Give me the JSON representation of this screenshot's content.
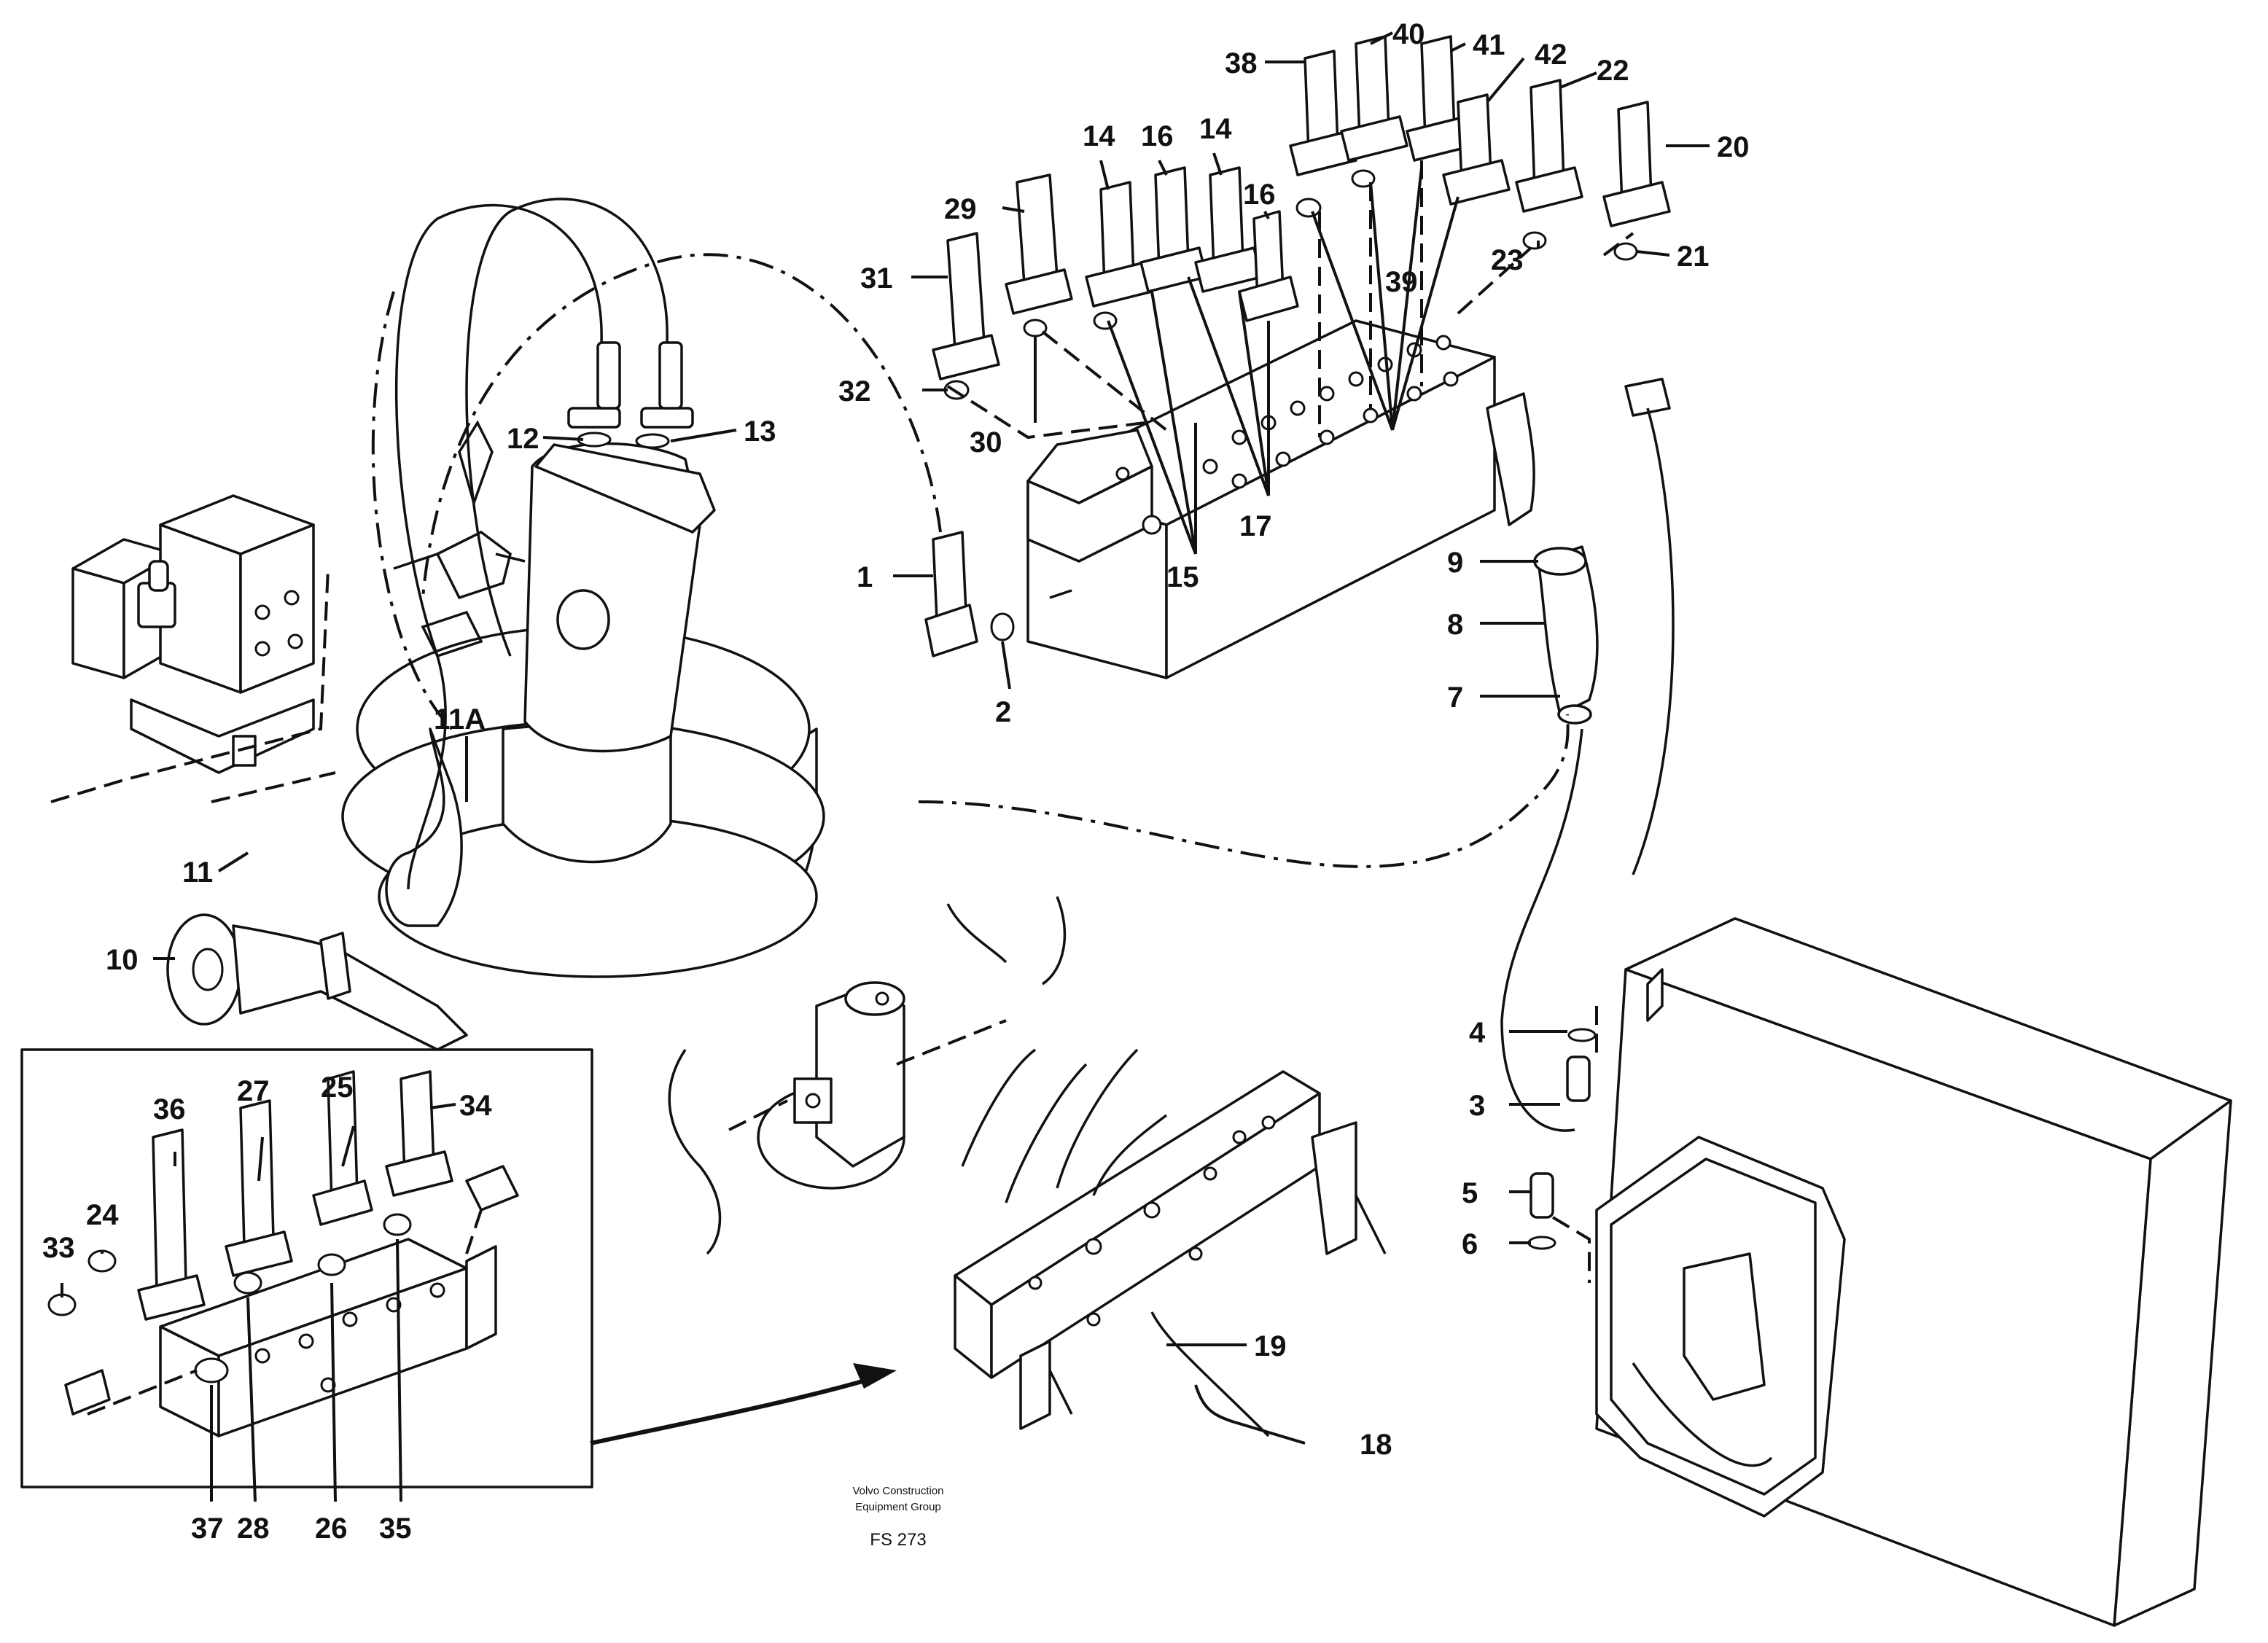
{
  "caption": {
    "line1": "Volvo Construction",
    "line2": "Equipment Group",
    "ref": "FS 273"
  },
  "callouts": [
    {
      "key": "c1",
      "text": "1"
    },
    {
      "key": "c2",
      "text": "2"
    },
    {
      "key": "c3",
      "text": "3"
    },
    {
      "key": "c4",
      "text": "4"
    },
    {
      "key": "c5",
      "text": "5"
    },
    {
      "key": "c6",
      "text": "6"
    },
    {
      "key": "c7",
      "text": "7"
    },
    {
      "key": "c8",
      "text": "8"
    },
    {
      "key": "c9",
      "text": "9"
    },
    {
      "key": "c10",
      "text": "10"
    },
    {
      "key": "c11",
      "text": "11"
    },
    {
      "key": "c11a",
      "text": "11A"
    },
    {
      "key": "c12",
      "text": "12"
    },
    {
      "key": "c13",
      "text": "13"
    },
    {
      "key": "c14a",
      "text": "14"
    },
    {
      "key": "c14b",
      "text": "14"
    },
    {
      "key": "c15",
      "text": "15"
    },
    {
      "key": "c16a",
      "text": "16"
    },
    {
      "key": "c16b",
      "text": "16"
    },
    {
      "key": "c17",
      "text": "17"
    },
    {
      "key": "c18",
      "text": "18"
    },
    {
      "key": "c19",
      "text": "19"
    },
    {
      "key": "c20",
      "text": "20"
    },
    {
      "key": "c21",
      "text": "21"
    },
    {
      "key": "c22",
      "text": "22"
    },
    {
      "key": "c23",
      "text": "23"
    },
    {
      "key": "c24",
      "text": "24"
    },
    {
      "key": "c25",
      "text": "25"
    },
    {
      "key": "c26",
      "text": "26"
    },
    {
      "key": "c27",
      "text": "27"
    },
    {
      "key": "c28",
      "text": "28"
    },
    {
      "key": "c29",
      "text": "29"
    },
    {
      "key": "c30",
      "text": "30"
    },
    {
      "key": "c31",
      "text": "31"
    },
    {
      "key": "c32",
      "text": "32"
    },
    {
      "key": "c33",
      "text": "33"
    },
    {
      "key": "c34",
      "text": "34"
    },
    {
      "key": "c35",
      "text": "35"
    },
    {
      "key": "c36",
      "text": "36"
    },
    {
      "key": "c37",
      "text": "37"
    },
    {
      "key": "c38",
      "text": "38"
    },
    {
      "key": "c39",
      "text": "39"
    },
    {
      "key": "c40",
      "text": "40"
    },
    {
      "key": "c41",
      "text": "41"
    },
    {
      "key": "c42",
      "text": "42"
    }
  ]
}
